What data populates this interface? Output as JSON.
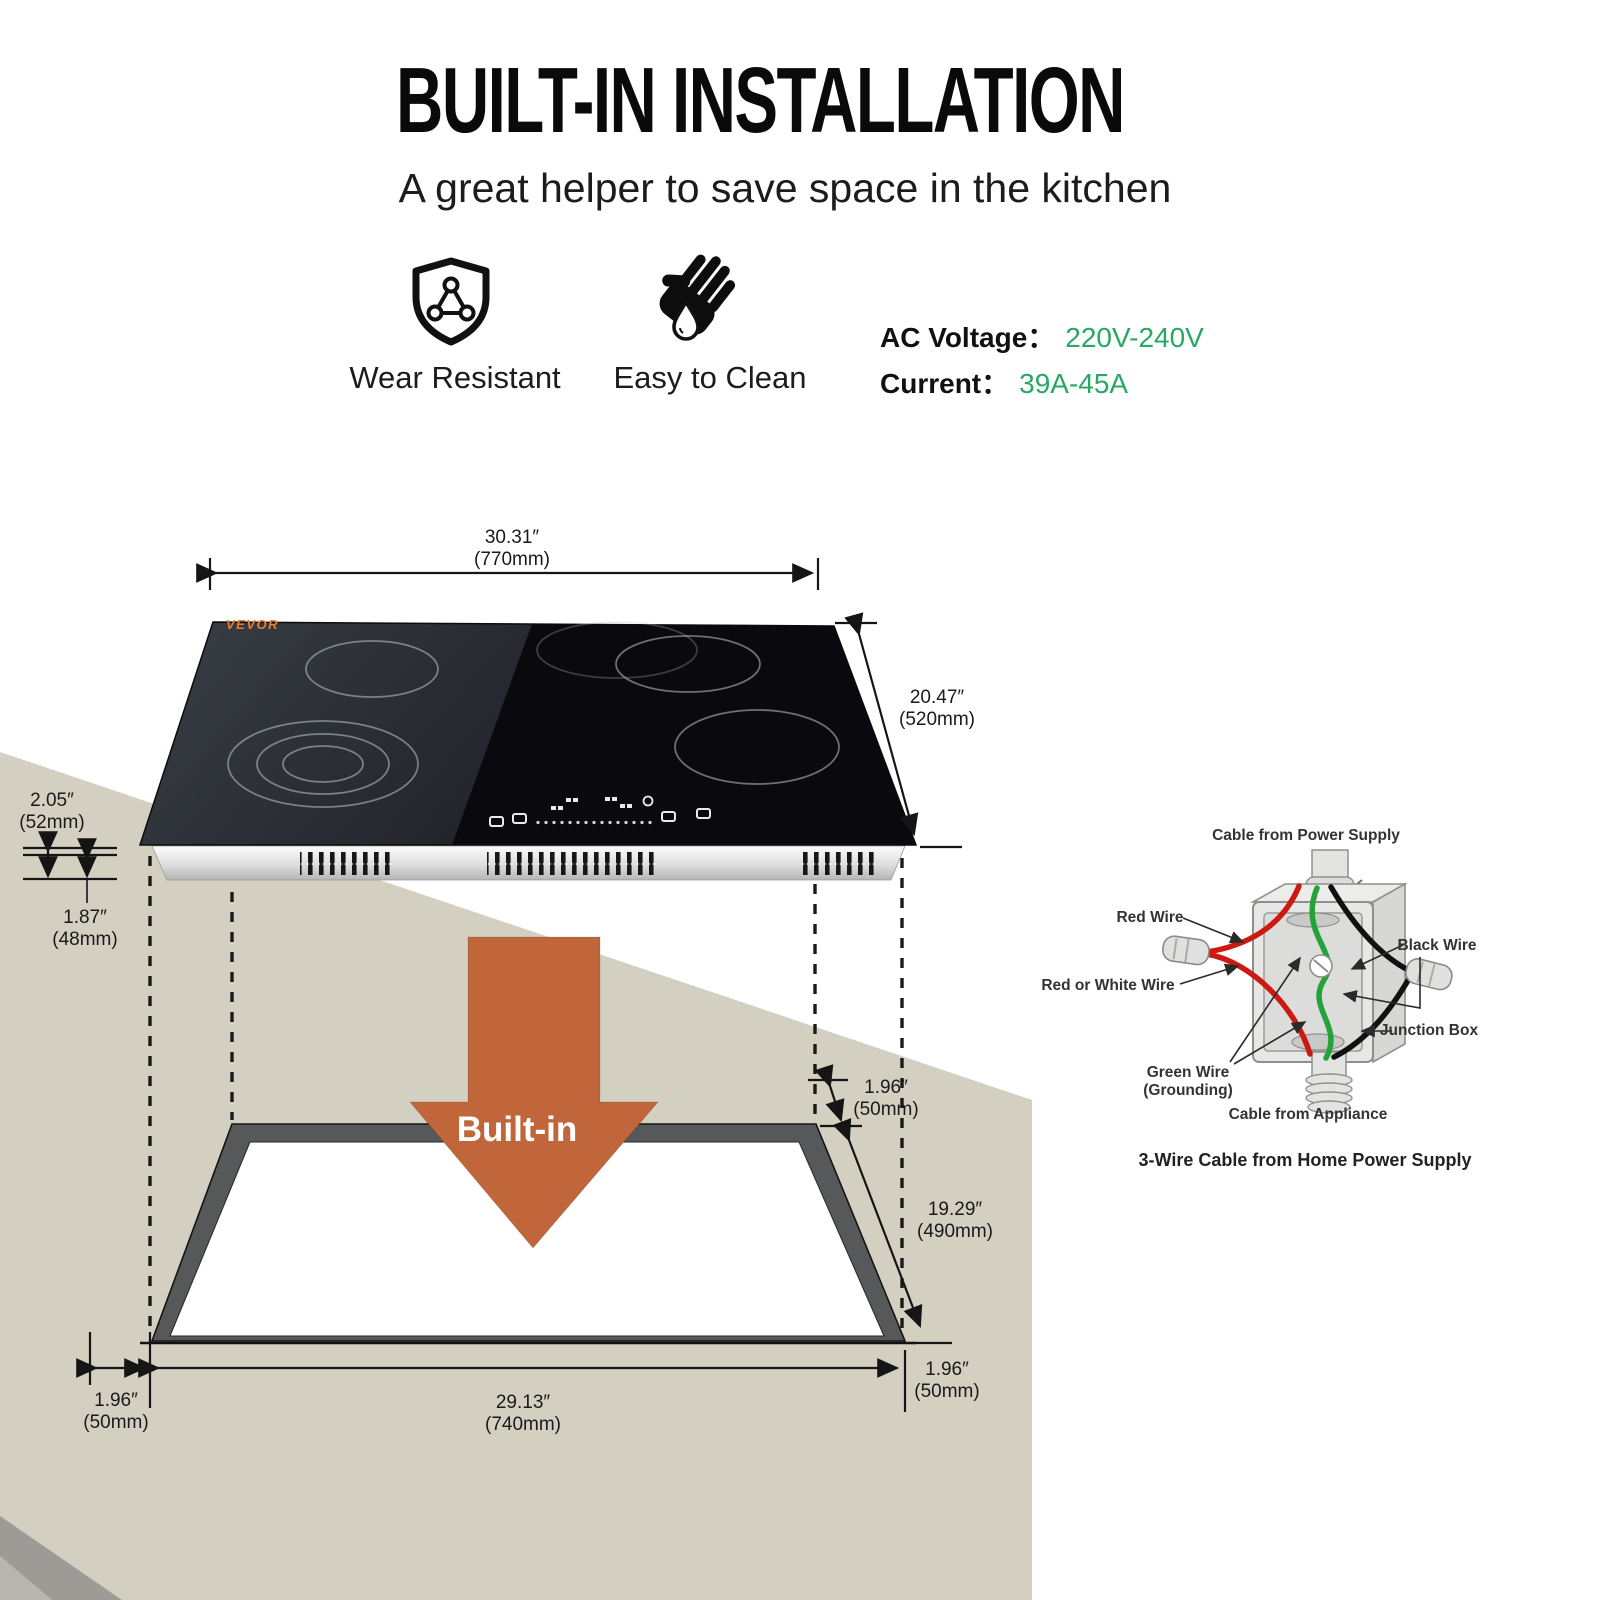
{
  "header": {
    "title": "BUILT-IN INSTALLATION",
    "subtitle": "A great helper to save space in the kitchen"
  },
  "features": [
    {
      "icon": "shield-durability-icon",
      "label": "Wear Resistant"
    },
    {
      "icon": "wipe-hand-drop-icon",
      "label": "Easy to Clean"
    }
  ],
  "specs": {
    "voltage_label": "AC Voltage：",
    "voltage_value": "220V-240V",
    "current_label": "Current：",
    "current_value": "39A-45A",
    "value_color": "#29a863"
  },
  "product": {
    "brand": "VEVOR"
  },
  "builtin_arrow": {
    "label": "Built-in",
    "color": "#c0663a"
  },
  "dimensions": {
    "top_width": {
      "inch": "30.31″",
      "mm": "(770mm)"
    },
    "depth": {
      "inch": "20.47″",
      "mm": "(520mm)"
    },
    "height_total": {
      "inch": "2.05″",
      "mm": "(52mm)"
    },
    "height_base": {
      "inch": "1.87″",
      "mm": "(48mm)"
    },
    "cutout_gap_top": {
      "inch": "1.96″",
      "mm": "(50mm)"
    },
    "cutout_depth": {
      "inch": "19.29″",
      "mm": "(490mm)"
    },
    "cutout_gap_right": {
      "inch": "1.96″",
      "mm": "(50mm)"
    },
    "cutout_gap_left": {
      "inch": "1.96″",
      "mm": "(50mm)"
    },
    "cutout_width": {
      "inch": "29.13″",
      "mm": "(740mm)"
    }
  },
  "wiring": {
    "cable_power": "Cable from Power Supply",
    "red_wire": "Red Wire",
    "black_wire": "Black Wire",
    "red_white_wire": "Red or White Wire",
    "junction_box": "Junction Box",
    "green_wire_1": "Green Wire",
    "green_wire_2": "(Grounding)",
    "cable_appliance": "Cable from Appliance",
    "caption": "3-Wire Cable from Home Power Supply",
    "wire_colors": {
      "red": "#cc1a12",
      "green": "#23a339",
      "black": "#111111"
    }
  }
}
